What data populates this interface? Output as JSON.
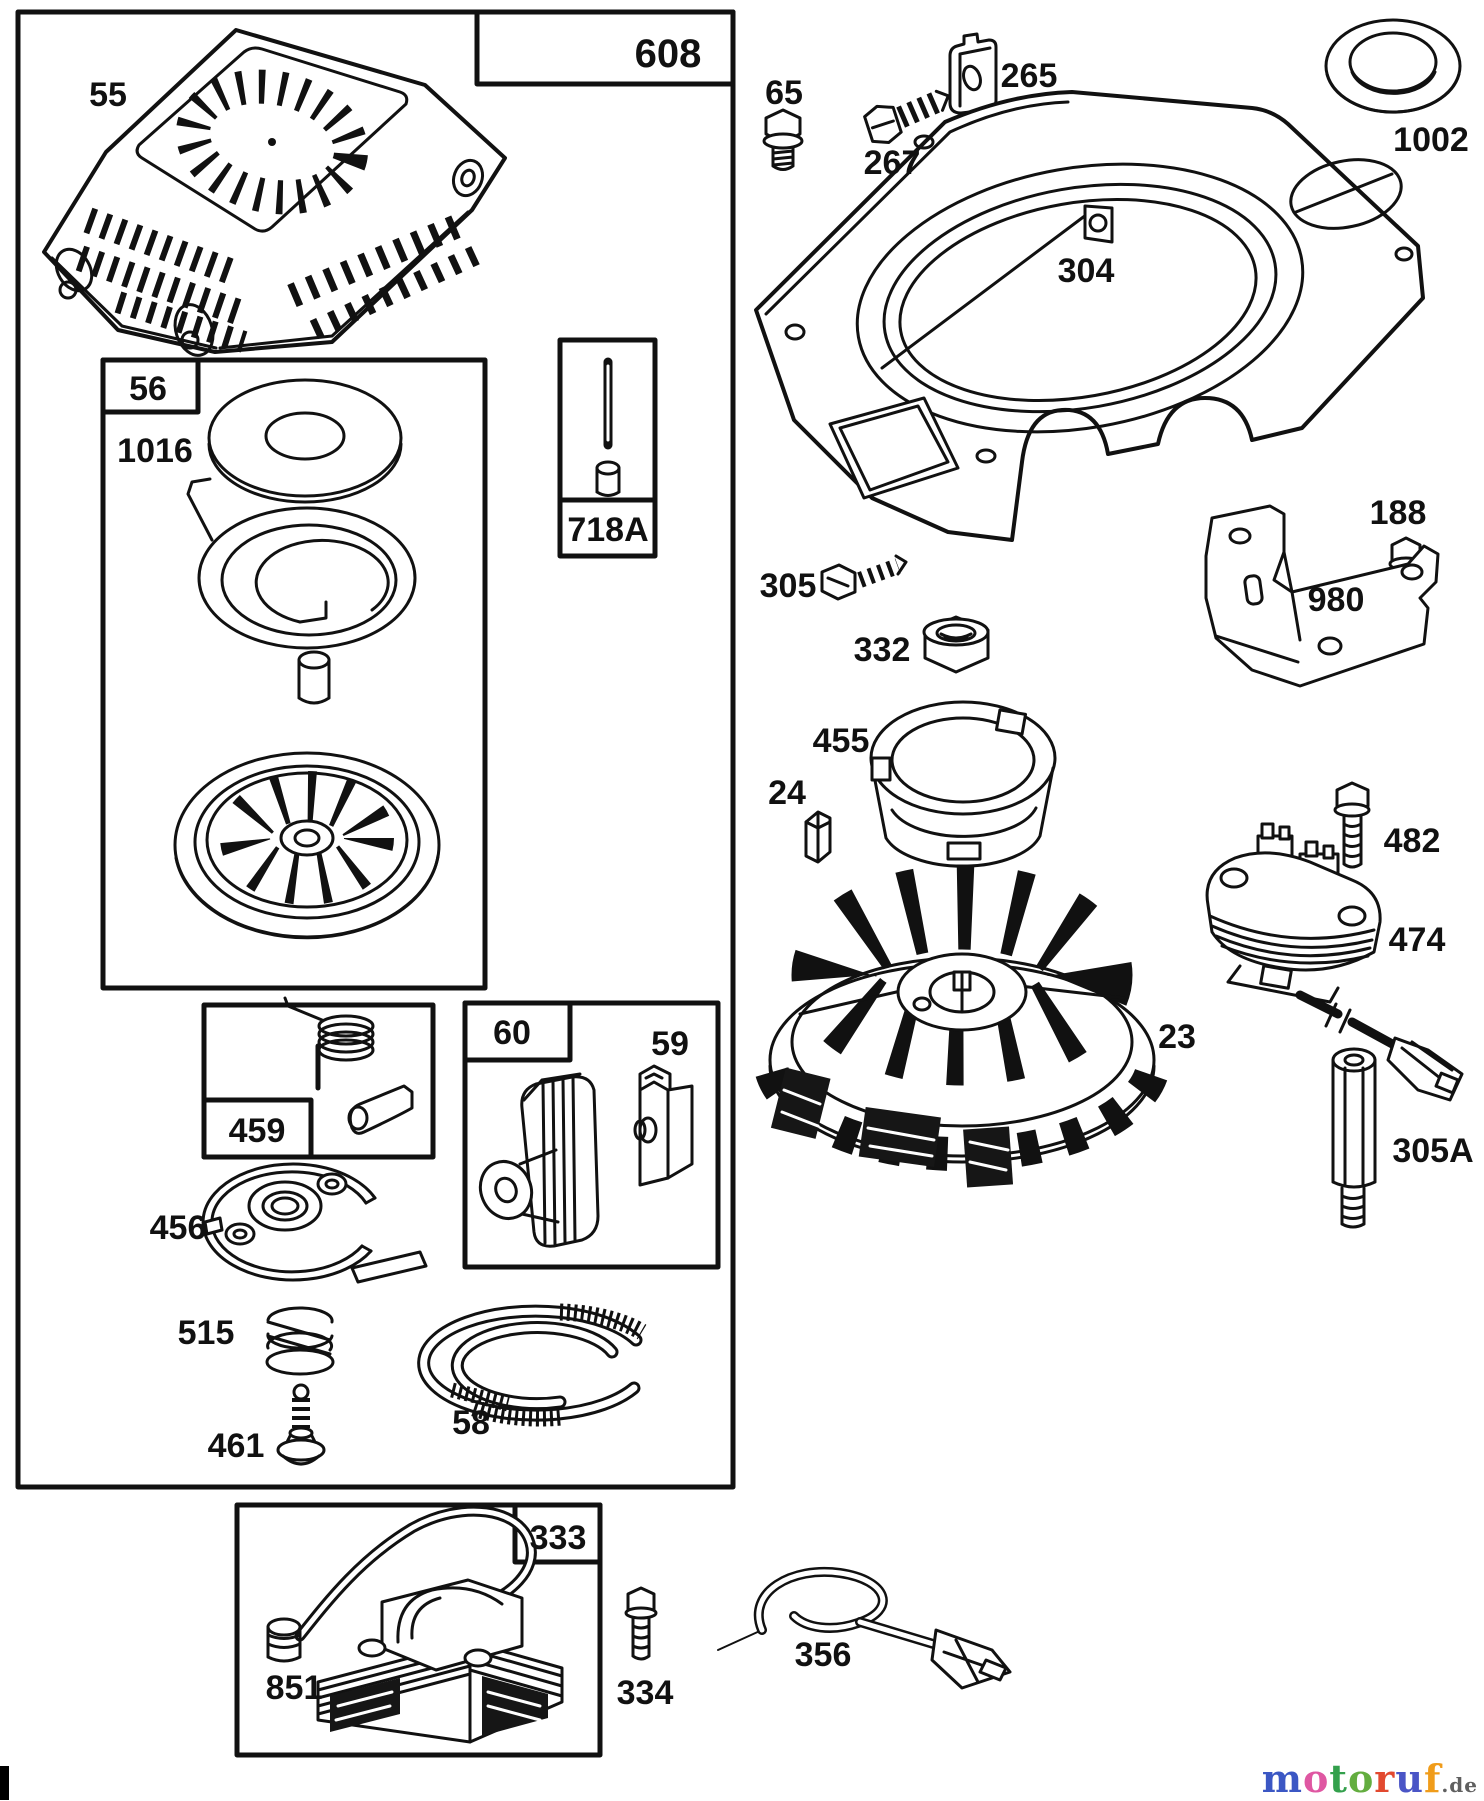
{
  "page": {
    "background_color": "#ffffff",
    "ink_color": "#111111"
  },
  "labels": {
    "p55": "55",
    "p608": "608",
    "p56": "56",
    "p1016": "1016",
    "p718A": "718A",
    "p65": "65",
    "p267": "267",
    "p265": "265",
    "p1002": "1002",
    "p304": "304",
    "p305": "305",
    "p332": "332",
    "p455": "455",
    "p24": "24",
    "p188": "188",
    "p980": "980",
    "p482": "482",
    "p474": "474",
    "p23": "23",
    "p305A": "305A",
    "p459": "459",
    "p60": "60",
    "p59": "59",
    "p456": "456",
    "p515": "515",
    "p461": "461",
    "p58": "58",
    "p333": "333",
    "p851": "851",
    "p334": "334",
    "p356": "356"
  },
  "logo": {
    "letters": [
      {
        "char": "m",
        "style": "color:#3b57c4"
      },
      {
        "char": "o",
        "style": "color:#df57a2"
      },
      {
        "char": "t",
        "style": "color:#33a04c"
      },
      {
        "char": "o",
        "style": "color:#63ad3f"
      },
      {
        "char": "r",
        "style": "color:#e2492f"
      },
      {
        "char": "u",
        "style": "color:#4a55c6"
      },
      {
        "char": "f",
        "style": "color:#f09c1a"
      }
    ],
    "suffix": ".de"
  }
}
